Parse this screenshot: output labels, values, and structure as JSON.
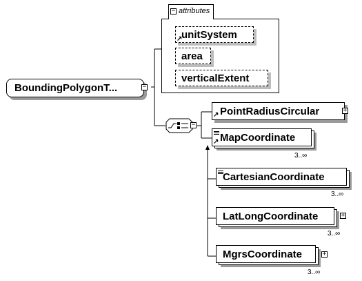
{
  "root": {
    "label": "BoundingPolygonT..."
  },
  "attributes": {
    "title": "attributes",
    "items": [
      "unitSystem",
      "area",
      "verticalExtent"
    ]
  },
  "sequence": {
    "elements": [
      {
        "label": "PointRadiusCircular"
      },
      {
        "label": "MapCoordinate",
        "multiplicity": "3..∞"
      }
    ]
  },
  "substitutions": [
    {
      "label": "CartesianCoordinate",
      "multiplicity": "3..∞"
    },
    {
      "label": "LatLongCoordinate",
      "multiplicity": "3..∞"
    },
    {
      "label": "MgrsCoordinate",
      "multiplicity": "3..∞"
    }
  ]
}
